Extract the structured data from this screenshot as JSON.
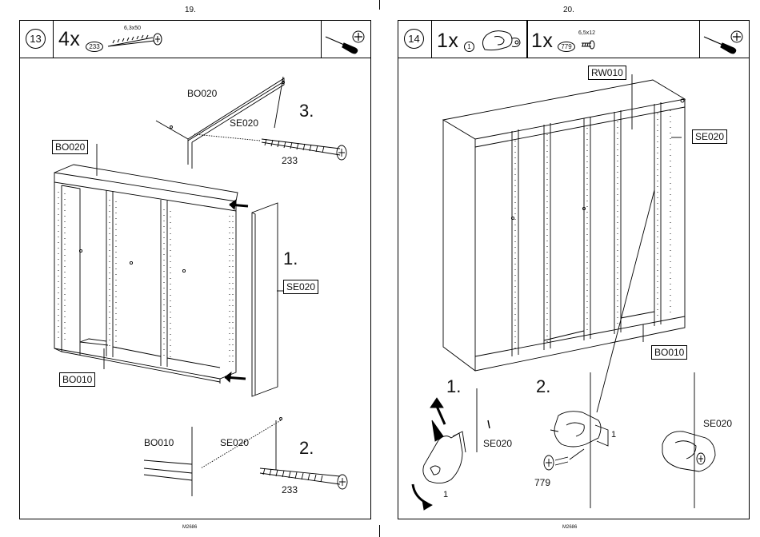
{
  "left": {
    "page_number": "19.",
    "step": "13",
    "quantity": "4x",
    "part_number": "233",
    "part_spec": "6,3x50",
    "labels": {
      "bo020_top": "BO020",
      "bo020_box": "BO020",
      "se020_top": "SE020",
      "se020_box": "SE020",
      "bo010_box": "BO010",
      "bo010_bottom": "BO010",
      "se020_bottom": "SE020",
      "screw_top": "233",
      "screw_bottom": "233"
    },
    "substeps": {
      "one": "1.",
      "two": "2.",
      "three": "3."
    },
    "footer": "M2686"
  },
  "right": {
    "page_number": "20.",
    "step": "14",
    "quantity_a": "1x",
    "part_a": "1",
    "quantity_b": "1x",
    "part_b": "779",
    "part_b_spec": "6,5x12",
    "labels": {
      "rw010": "RW010",
      "se020_box": "SE020",
      "bo010_box": "BO010",
      "se020_detail1": "SE020",
      "se020_detail3": "SE020",
      "part1_a": "1",
      "part1_b": "1",
      "screw": "779"
    },
    "substeps": {
      "one": "1.",
      "two": "2."
    },
    "footer": "M2686"
  },
  "icons": [
    "screwdriver-icon",
    "phillips-screw-head-icon"
  ]
}
